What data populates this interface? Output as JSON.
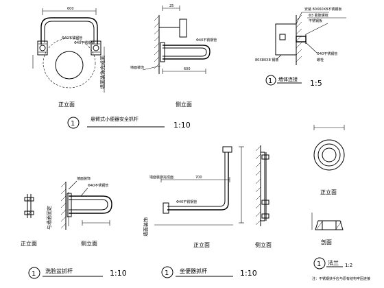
{
  "drawing_a": {
    "front_label": "正立面",
    "side_label": "侧立面",
    "dim_top": "600",
    "dim_side_top": "25",
    "label_pipe_a": "Φ40不锈钢管",
    "label_pipe_b": "Φ40不锈钢管",
    "label_wall": "墙面装饰完成面",
    "label_base": "墙面装饰",
    "dim_side_bottom": "600",
    "title_num": "1",
    "title": "悬臂式小便器安全抓杆",
    "scale": "1:10"
  },
  "detail_a": {
    "label_top": "安装 80X60X8不锈钢板",
    "label_mid": "Φ3 膨胀螺栓",
    "label_mid2": "不锈钢板",
    "label_pipe": "Φ40不锈钢管",
    "label_bottom": "80X80X8 钢板",
    "label_bottom2": "螺栓",
    "title_num": "1",
    "title": "墙体连接",
    "scale": "1:5"
  },
  "drawing_b": {
    "front_label": "正立面",
    "side_label": "侧立面",
    "label_wall": "墙面装饰",
    "label_pipe": "Φ40不锈钢管",
    "label_vert": "与墙面固定",
    "title_num": "1",
    "title": "洗脸盆抓杆",
    "scale": "1:10"
  },
  "drawing_c": {
    "front_label": "正立面",
    "side_label": "侧立面",
    "label_wall": "墙面装饰完成面",
    "label_pipe": "Φ40不锈钢管",
    "label_wall2": "墙面装饰",
    "dim_top": "700",
    "title_num": "1",
    "title": "坐便器抓杆",
    "scale": "1:10"
  },
  "detail_b": {
    "top_label": "正立面",
    "bottom_label": "剖面",
    "title_num": "1",
    "title": "法兰",
    "scale": "1:2",
    "note": "注：不锈钢扶手应与原有结构牢固连接"
  }
}
